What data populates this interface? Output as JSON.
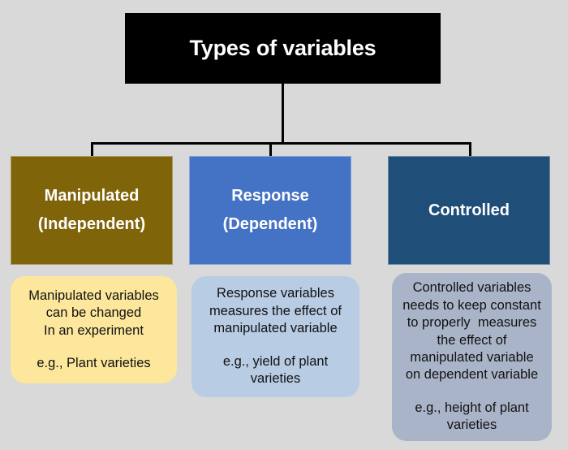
{
  "diagram": {
    "background_color": "#d9d9d9",
    "title": {
      "text": "Types of variables",
      "background_color": "#000000",
      "text_color": "#ffffff"
    },
    "categories": [
      {
        "name": "manipulated",
        "line1": "Manipulated",
        "line2": "(Independent)",
        "box_color": "#80640a",
        "text_color": "#ffffff",
        "description": {
          "body": "Manipulated variables\ncan be changed\nIn an experiment",
          "example": "e.g., Plant varieties",
          "box_color": "#fce79c",
          "text_color": "#111111"
        }
      },
      {
        "name": "response",
        "line1": "Response",
        "line2": "(Dependent)",
        "box_color": "#4472c4",
        "text_color": "#ffffff",
        "description": {
          "body": "Response variables\nmeasures the effect of\nmanipulated variable",
          "example": "e.g., yield of plant\nvarieties",
          "box_color": "#b8cce4",
          "text_color": "#111111"
        }
      },
      {
        "name": "controlled",
        "line1": "Controlled",
        "line2": "",
        "box_color": "#1f4e79",
        "text_color": "#ffffff",
        "description": {
          "body": "Controlled variables\nneeds to keep constant\nto properly  measures\nthe effect of\nmanipulated variable\non dependent variable",
          "example": "e.g., height of plant\nvarieties",
          "box_color": "#aab4c8",
          "text_color": "#111111"
        }
      }
    ]
  }
}
